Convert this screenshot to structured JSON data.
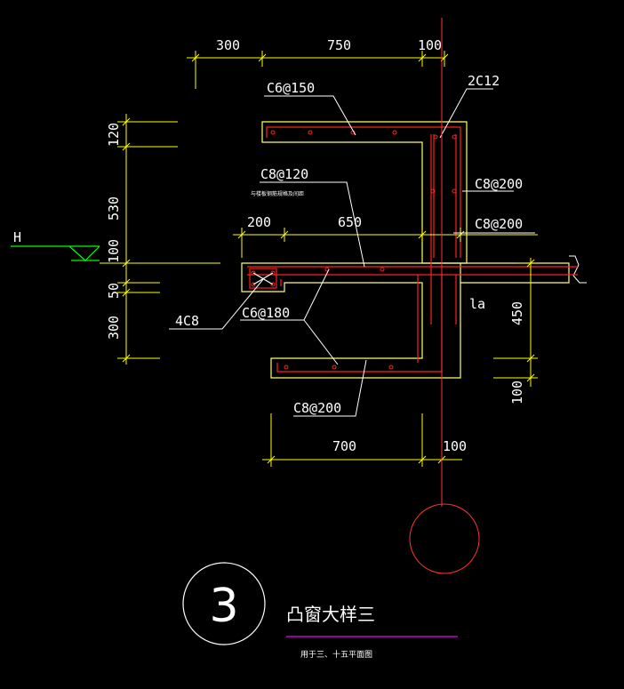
{
  "colors": {
    "background": "#000000",
    "dimension": "#ffff00",
    "concrete": "#ffff66",
    "rebar": "#ff2020",
    "leader": "#ffffff",
    "text": "#ffffff",
    "ground": "#00ff00",
    "axis": "#ff3333",
    "title_underline": "#cc00cc"
  },
  "dimensions": {
    "top_300": "300",
    "top_750": "750",
    "top_100": "100",
    "left_120": "120",
    "left_530": "530",
    "left_100": "100",
    "left_50": "50",
    "left_300": "300",
    "mid_200": "200",
    "mid_650": "650",
    "right_450": "450",
    "right_100": "100",
    "bottom_700": "700",
    "bottom_100": "100"
  },
  "labels": {
    "top_stirrup": "C6@150",
    "corner_bars": "2C12",
    "upper_slab": "C8@120",
    "upper_slab_note": "与楼板钢筋规格及间距",
    "right_wall_1": "C8@200",
    "right_wall_2": "C8@200",
    "beam_bars": "4C8",
    "beam_stirrup": "C6@180",
    "bottom_slab": "C8@200",
    "anchor": "la",
    "ground_mark": "H"
  },
  "title": {
    "number": "3",
    "name": "凸窗大样三",
    "note": "用于三、十五平面图"
  }
}
